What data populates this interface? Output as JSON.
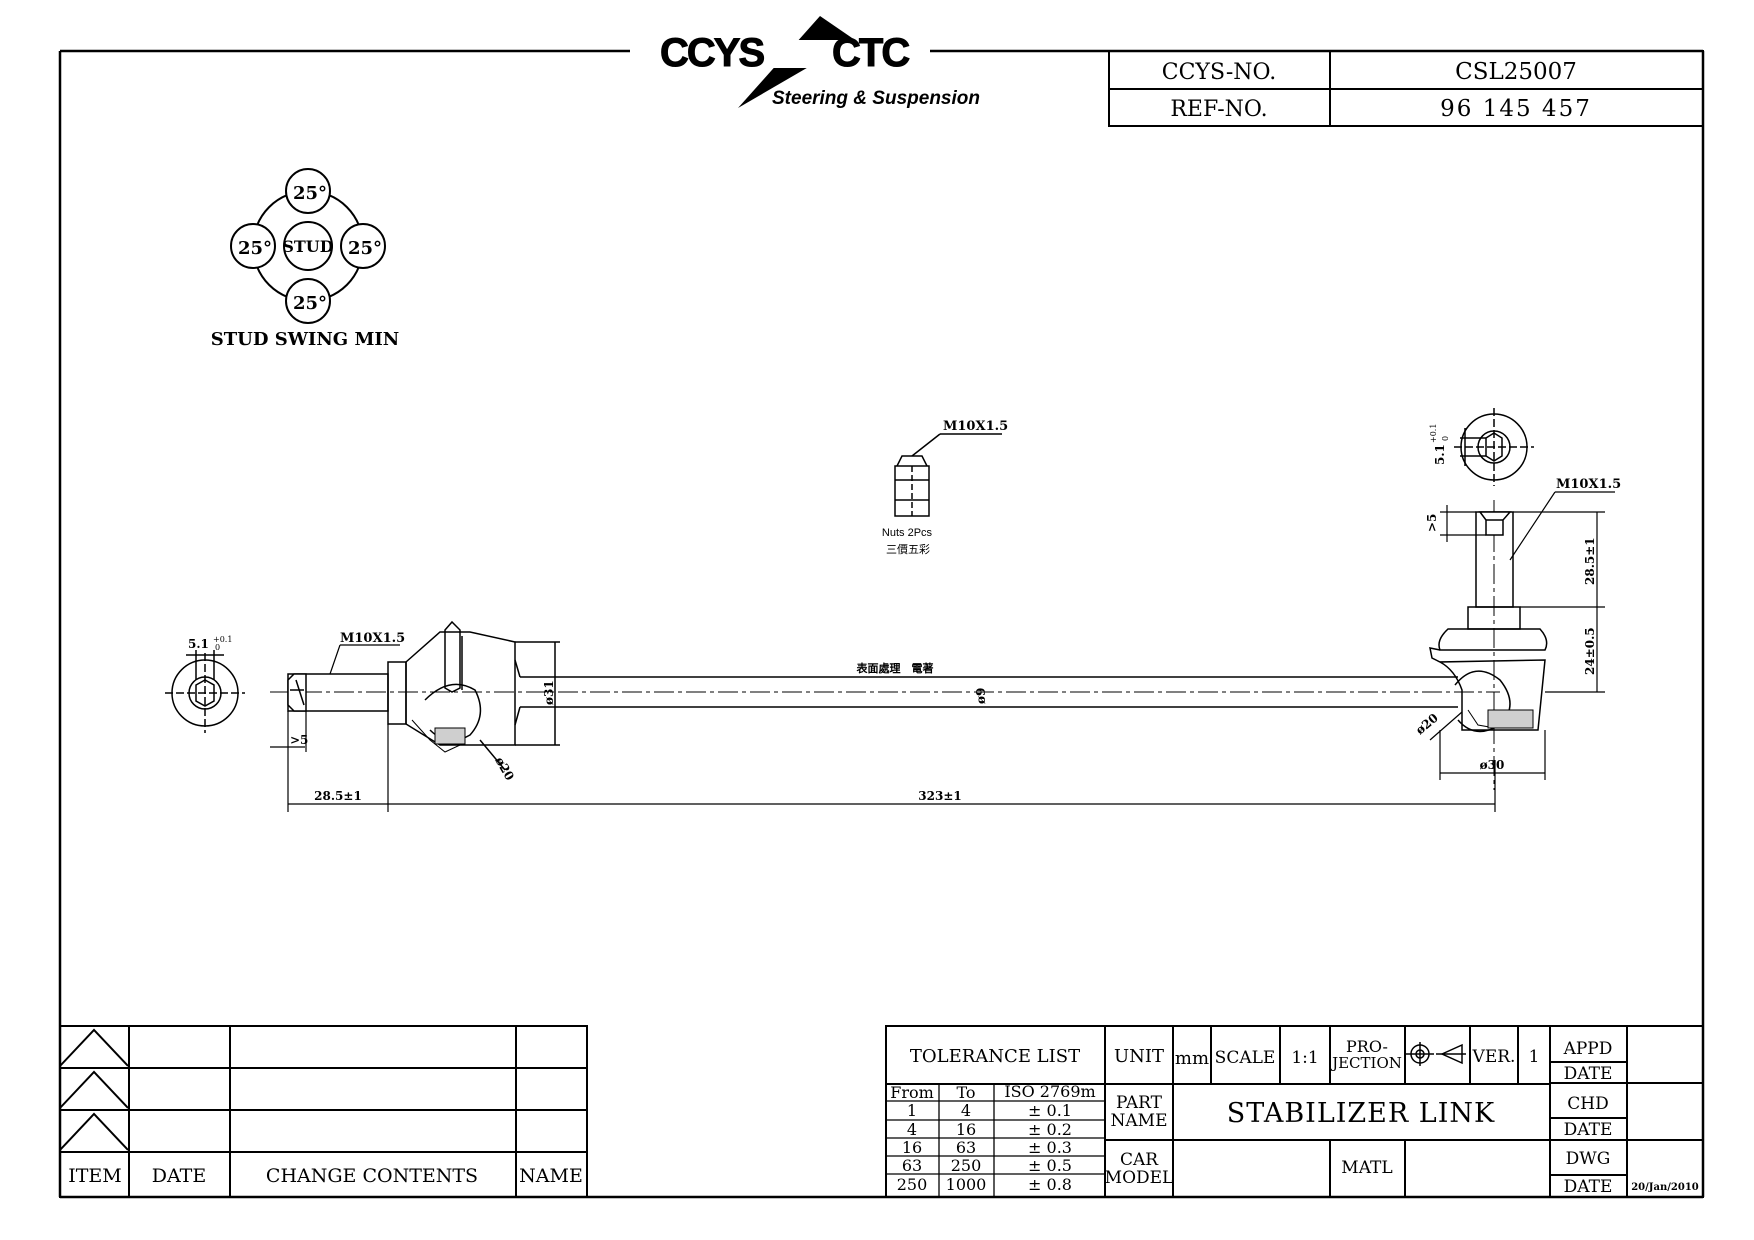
{
  "logo": {
    "brand_left": "CCYS",
    "brand_right": "CTC",
    "tagline": "Steering & Suspension"
  },
  "header": {
    "ccys_no_label": "CCYS-NO.",
    "ccys_no_value": "CSL25007",
    "ref_no_label": "REF-NO.",
    "ref_no_value": "96 145 457"
  },
  "stud_swing": {
    "top": "25°",
    "left": "25°",
    "right": "25°",
    "bottom": "25°",
    "center": "STUD",
    "caption": "STUD SWING MIN"
  },
  "nut": {
    "thread": "M10X1.5",
    "qty": "Nuts 2Pcs",
    "note_cn": "三價五彩"
  },
  "link_drawing": {
    "surface_note": "表面處理　電著",
    "left_thread": "M10X1.5",
    "left_hex": "5.1",
    "left_hex_tol_plus": "+0.1",
    "left_hex_tol_minus": "0",
    "left_gt5": ">5",
    "left_len": "28.5±1",
    "center_len": "323±1",
    "d31": "ø31",
    "d9": "ø9",
    "left_d20": "ø20",
    "right_thread": "M10X1.5",
    "right_hex": "5.1",
    "right_hex_tol_plus": "+0.1",
    "right_hex_tol_minus": "0",
    "right_gt5": ">5",
    "right_len": "28.5±1",
    "right_height": "24±0.5",
    "right_d20": "ø20",
    "right_d30": "ø30"
  },
  "revision": {
    "headers": [
      "ITEM",
      "DATE",
      "CHANGE CONTENTS",
      "NAME"
    ]
  },
  "title_block": {
    "tolerance_title": "TOLERANCE LIST",
    "tol_headers": [
      "From",
      "To",
      "ISO 2769m"
    ],
    "tol_rows": [
      [
        "1",
        "4",
        "± 0.1"
      ],
      [
        "4",
        "16",
        "± 0.2"
      ],
      [
        "16",
        "63",
        "± 0.3"
      ],
      [
        "63",
        "250",
        "± 0.5"
      ],
      [
        "250",
        "1000",
        "± 0.8"
      ]
    ],
    "unit_label": "UNIT",
    "unit_value": "mm",
    "scale_label": "SCALE",
    "scale_value": "1:1",
    "projection_line1": "PRO-",
    "projection_line2": "JECTION",
    "ver_label": "VER.",
    "ver_value": "1",
    "part_name_line1": "PART",
    "part_name_line2": "NAME",
    "part_name_value": "STABILIZER LINK",
    "car_model_line1": "CAR",
    "car_model_line2": "MODEL",
    "matl_label": "MATL",
    "appd_label": "APPD",
    "chd_label": "CHD",
    "dwg_label": "DWG",
    "date_label": "DATE",
    "dwg_date_value": "20/Jan/2010"
  }
}
